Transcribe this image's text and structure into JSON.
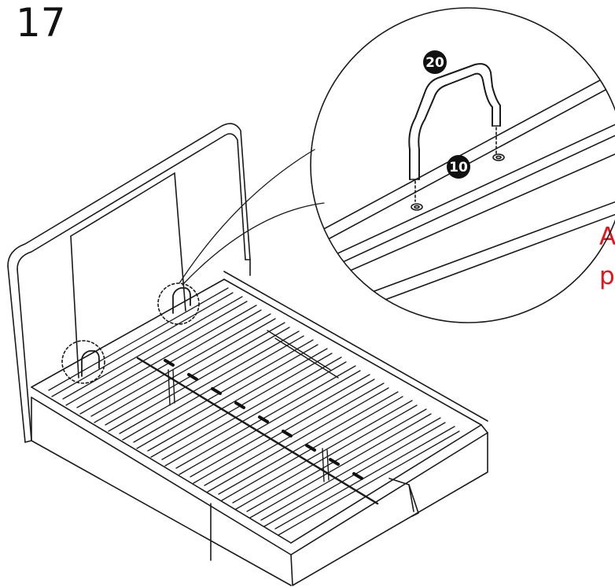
{
  "step": {
    "number": "17"
  },
  "callouts": {
    "part_a": "20",
    "part_b": "10"
  },
  "note": {
    "line1": "A",
    "line2": "p"
  },
  "colors": {
    "line": "#1a1a1a",
    "badge": "#111111",
    "note": "#e8121b",
    "background": "#ffffff"
  },
  "icons": [
    "bed-frame",
    "lift-handle",
    "mounting-hole"
  ]
}
